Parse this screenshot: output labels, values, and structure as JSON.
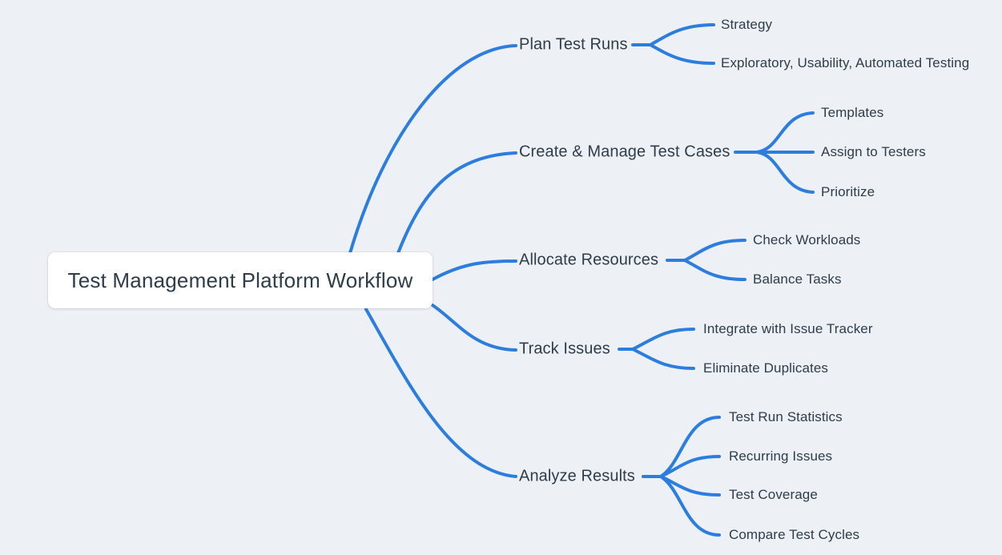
{
  "canvas": {
    "background_color": "#EDF0F4",
    "edge_color": "#2C7DE0",
    "text_color": "#2E3D4B",
    "root_node_background": "#FFFFFF"
  },
  "root": {
    "label": "Test Management Platform Workflow"
  },
  "branches": [
    {
      "label": "Plan Test Runs",
      "children": [
        "Strategy",
        "Exploratory, Usability, Automated Testing"
      ]
    },
    {
      "label": "Create & Manage Test Cases",
      "children": [
        "Templates",
        "Assign to Testers",
        "Prioritize"
      ]
    },
    {
      "label": "Allocate Resources",
      "children": [
        "Check Workloads",
        "Balance Tasks"
      ]
    },
    {
      "label": "Track Issues",
      "children": [
        "Integrate with Issue Tracker",
        "Eliminate Duplicates"
      ]
    },
    {
      "label": "Analyze Results",
      "children": [
        "Test Run Statistics",
        "Recurring Issues",
        "Test Coverage",
        "Compare Test Cycles"
      ]
    }
  ]
}
